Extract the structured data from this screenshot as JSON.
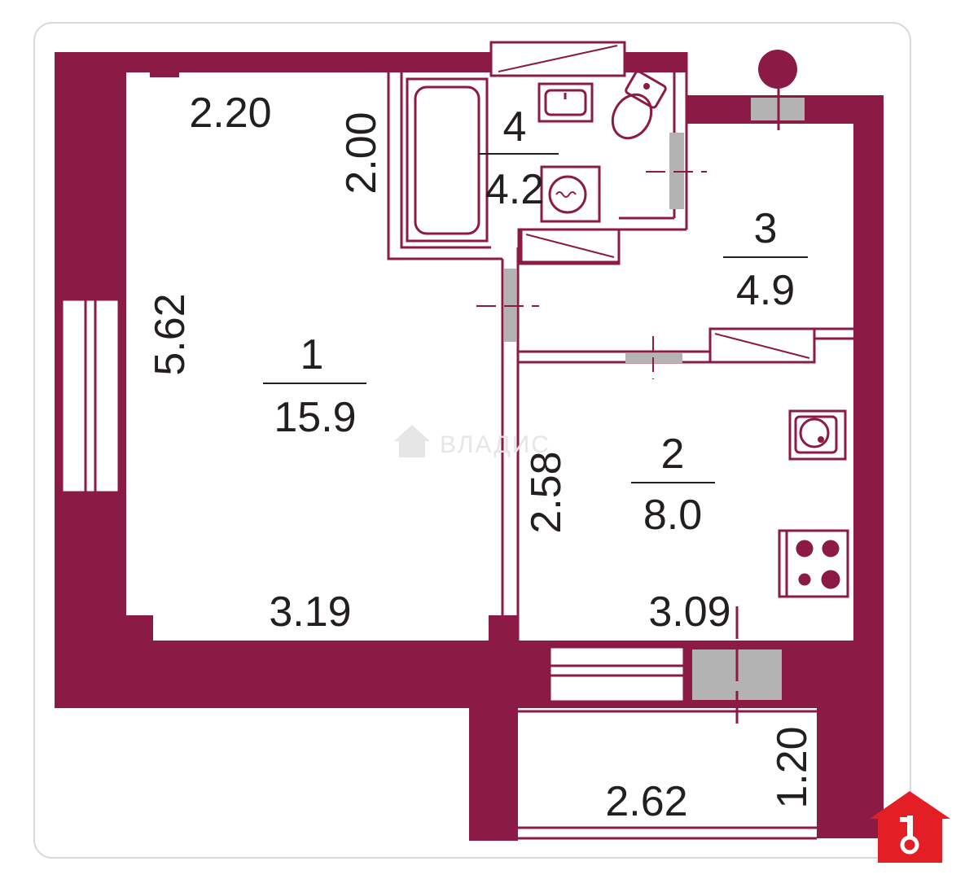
{
  "colors": {
    "wall": "#8b1a44",
    "line": "#8b1a44",
    "door": "#b3b3b3",
    "frame": "#cccccc",
    "logo": "#e31e24",
    "text": "#231f20"
  },
  "rooms": [
    {
      "number": "1",
      "area": "15.9"
    },
    {
      "number": "2",
      "area": "8.0"
    },
    {
      "number": "3",
      "area": "4.9"
    },
    {
      "number": "4",
      "area": "4.2"
    }
  ],
  "dimensions": {
    "room1_top": "2.20",
    "room1_side": "5.62",
    "room1_bottom": "3.19",
    "bath_side": "2.00",
    "kitchen_side": "2.58",
    "kitchen_bottom": "3.09",
    "balcony_width": "2.62",
    "balcony_depth": "1.20"
  },
  "watermark": "ВЛАДИС",
  "icons": {
    "watermark": "house-icon",
    "logo": "house-key-icon",
    "riser": "riser-pipe-icon"
  }
}
